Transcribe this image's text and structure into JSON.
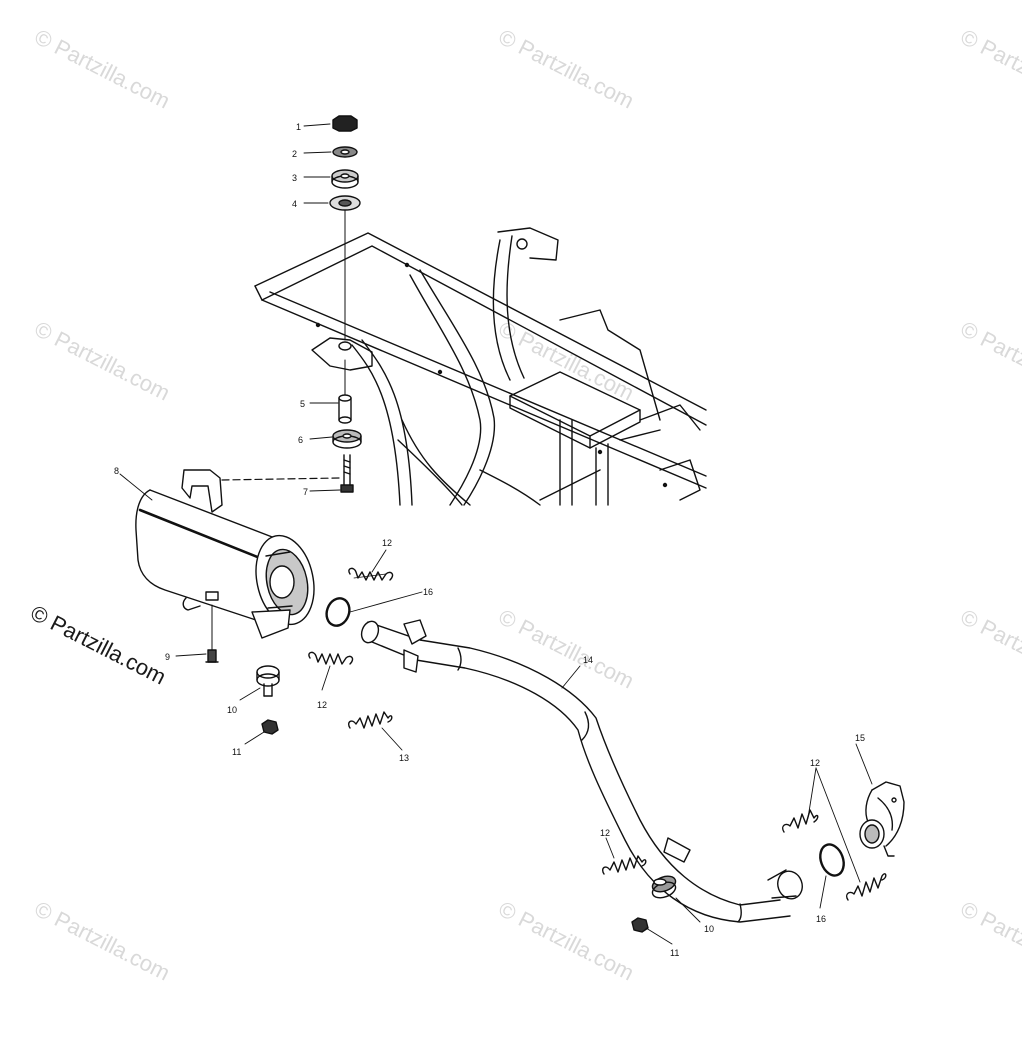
{
  "watermark": "© Partzilla.com",
  "copyright": "© Partzilla.com",
  "callouts": {
    "c1": "1",
    "c2": "2",
    "c3": "3",
    "c4": "4",
    "c5": "5",
    "c6": "6",
    "c7": "7",
    "c8": "8",
    "c9": "9",
    "c10a": "10",
    "c10b": "10",
    "c11a": "11",
    "c11b": "11",
    "c12a": "12",
    "c12b": "12",
    "c12c": "12",
    "c12d": "12",
    "c13": "13",
    "c14": "14",
    "c15": "15",
    "c16a": "16",
    "c16b": "16"
  }
}
